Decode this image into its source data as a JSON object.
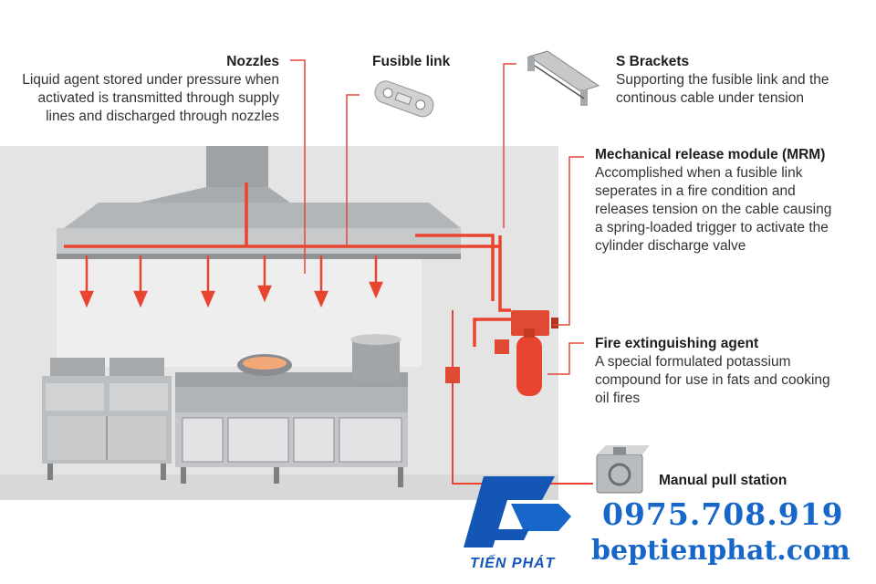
{
  "labels": {
    "nozzles": {
      "title": "Nozzles",
      "lines": [
        "Liquid agent stored under pressure when",
        "activated is transmitted through supply",
        "lines and discharged through nozzles"
      ]
    },
    "fusible_link": {
      "title": "Fusible link"
    },
    "s_brackets": {
      "title": "S Brackets",
      "lines": [
        "Supporting the fusible link and the",
        "continous cable under tension"
      ]
    },
    "mrm": {
      "title": "Mechanical release module (MRM)",
      "lines": [
        "Accomplished when a fusible link",
        "seperates in a fire condition and",
        "releases tension on the cable causing",
        "a spring-loaded trigger to activate the",
        "cylinder discharge valve"
      ]
    },
    "agent": {
      "title": "Fire extinguishing agent",
      "lines": [
        "A special formulated potassium",
        "compound for use in fats and cooking",
        "oil fires"
      ]
    },
    "pull_station": {
      "title": "Manual pull station"
    }
  },
  "branding": {
    "logo_text": "TIẾN PHÁT",
    "phone": "0975.708.919",
    "website": "beptienphat.com"
  },
  "colors": {
    "pipe": "#e8442f",
    "leader": "#e0483a",
    "brand_blue": "#1667c9",
    "wall": "#e3e3e3",
    "steel": "#b9bcbf"
  }
}
